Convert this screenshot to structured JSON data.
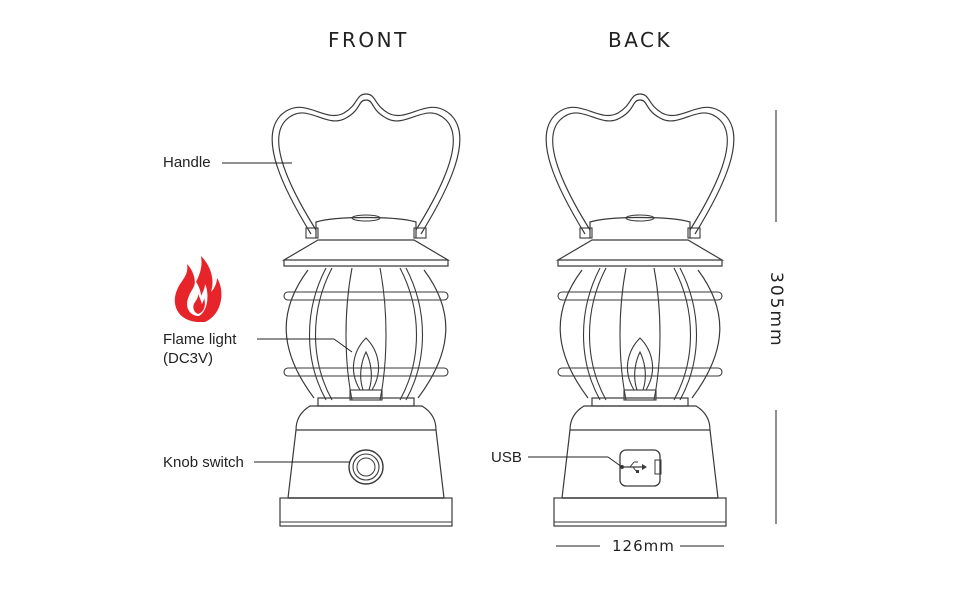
{
  "views": {
    "front_title": "FRONT",
    "back_title": "BACK"
  },
  "callouts": {
    "handle": "Handle",
    "flame_light_line1": "Flame light",
    "flame_light_line2": "(DC3V)",
    "knob_switch": "Knob switch",
    "usb": "USB"
  },
  "dimensions": {
    "height": "305mm",
    "width": "126mm"
  },
  "colors": {
    "line": "#3a3a3a",
    "flame_outer": "#e8242b",
    "flame_inner": "#ffffff",
    "text": "#222222"
  },
  "icons": {
    "flame": "flame-icon",
    "usb": "usb-icon"
  }
}
